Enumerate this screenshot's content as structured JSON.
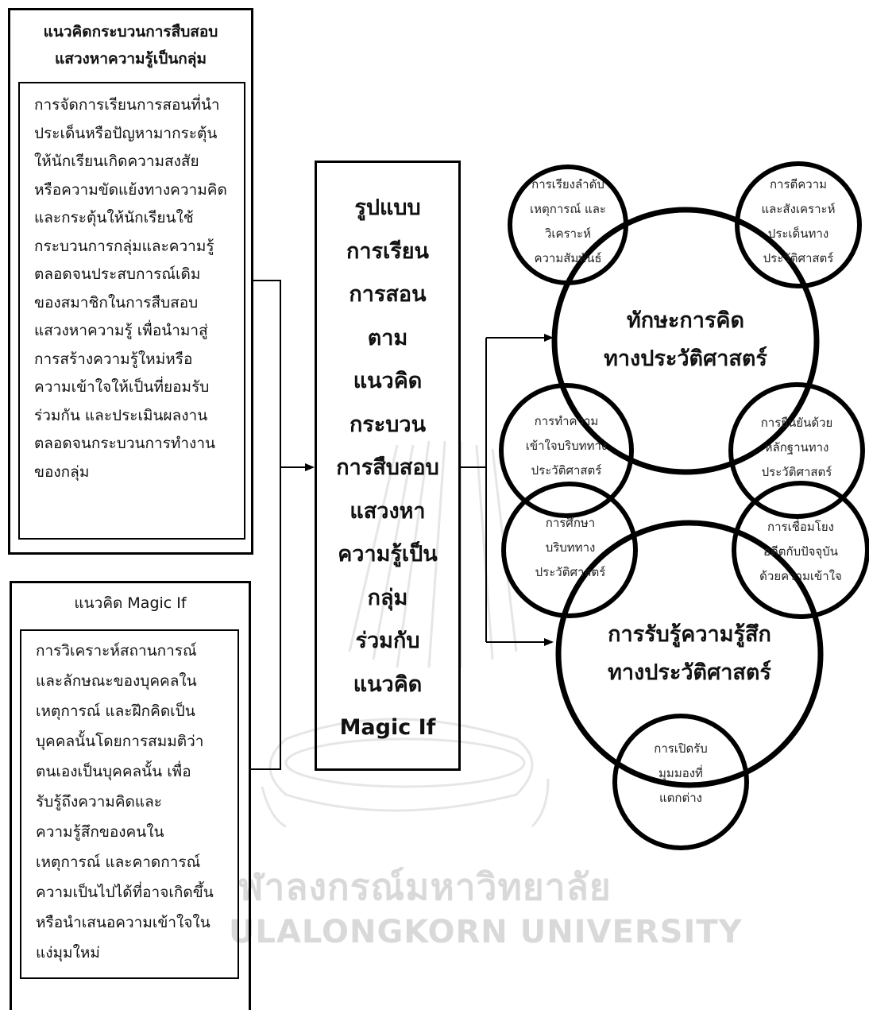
{
  "watermark": {
    "thai": "ฬาลงกรณ์มหาวิทยาลัย",
    "eng": "ULALONGKORN UNIVERSITY"
  },
  "inquiry_box": {
    "title": "แนวคิดกระบวนการสืบสอบ\nแสวงหาความรู้เป็นกลุ่ม",
    "body": "การจัดการเรียนการสอนที่นำ\nประเด็นหรือปัญหามากระตุ้น\nให้นักเรียนเกิดความสงสัย\nหรือความขัดแย้งทางความคิด\nและกระตุ้นให้นักเรียนใช้\nกระบวนการกลุ่มและความรู้\nตลอดจนประสบการณ์เดิม\nของสมาชิกในการสืบสอบ\nแสวงหาความรู้ เพื่อนำมาสู่\nการสร้างความรู้ใหม่หรือ\nความเข้าใจให้เป็นที่ยอมรับ\nร่วมกัน และประเมินผลงาน\nตลอดจนกระบวนการทำงาน\nของกลุ่ม"
  },
  "magic_box": {
    "title": "แนวคิด Magic If",
    "body": "การวิเคราะห์สถานการณ์\nและลักษณะของบุคคลใน\nเหตุการณ์ และฝึกคิดเป็น\nบุคคลนั้นโดยการสมมติว่า\nตนเองเป็นบุคคลนั้น เพื่อ\nรับรู้ถึงความคิดและ\nความรู้สึกของคนใน\nเหตุการณ์ และคาดการณ์\nความเป็นไปได้ที่อาจเกิดขึ้น\nหรือนำเสนอความเข้าใจใน\nแง่มุมใหม่"
  },
  "center": {
    "text": "รูปแบบ\nการเรียน\nการสอน\nตาม\nแนวคิด\nกระบวน\nการสืบสอบ\nแสวงหา\nความรู้เป็น\nกลุ่ม\nร่วมกับ\nแนวคิด\nMagic If"
  },
  "thinking": {
    "title": "ทักษะการคิด\nทางประวัติศาสตร์",
    "sub1": "การเรียงลำดับ\nเหตุการณ์ และ\nวิเคราะห์\nความสัมพันธ์",
    "sub2": "การตีความ\nและสังเคราะห์\nประเด็นทาง\nประวัติศาสตร์",
    "sub3": "การทำความ\nเข้าใจบริบททาง\nประวัติศาสตร์",
    "sub4": "การยืนยันด้วย\nหลักฐานทาง\nประวัติศาสตร์"
  },
  "empathy": {
    "title": "การรับรู้ความรู้สึก\nทางประวัติศาสตร์",
    "sub1": "การศึกษา\nบริบททาง\nประวัติศาสตร์",
    "sub2": "การเชื่อมโยง\nอดีตกับปัจจุบัน\nด้วยความเข้าใจ",
    "sub3": "การเปิดรับ\nมุมมองที่\nแตกต่าง"
  },
  "colors": {
    "line": "#000000",
    "watermark": "#d9d9d9"
  }
}
